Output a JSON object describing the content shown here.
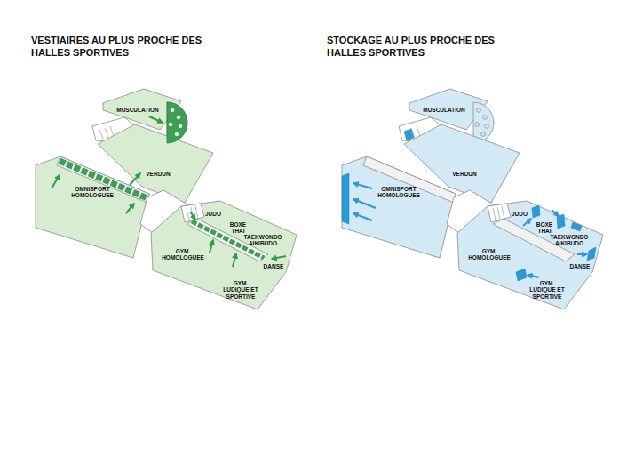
{
  "diagram": {
    "nodes": [
      {
        "text": [
          "MUSCULATION"
        ]
      },
      {
        "text": [
          "VERDUN"
        ]
      },
      {
        "text": [
          "OMNISPORT HOMOLOGUEE"
        ]
      },
      {
        "text": [
          "JUDO"
        ]
      },
      {
        "text": [
          "BOXE THAI"
        ]
      },
      {
        "text": [
          "TAEKWONDO AIKIBUDO"
        ]
      },
      {
        "text": [
          "DANSE"
        ]
      },
      {
        "text": [
          "GYM. HOMOLOGUEE"
        ]
      },
      {
        "text": [
          "GYM. LUDIQUE ET SPORTIVE"
        ]
      },
      {
        "text": [
          "MUSCULATION"
        ]
      },
      {
        "text": [
          "VERDUN"
        ]
      },
      {
        "text": [
          "OMNISPORT HOMOLOGUEE"
        ]
      },
      {
        "text": [
          "JUDO"
        ]
      },
      {
        "text": [
          "BOXE THAI"
        ]
      },
      {
        "text": [
          "TAEKWONDO AIKIBUDO"
        ]
      },
      {
        "text": [
          "DANSE"
        ]
      },
      {
        "text": [
          "GYM. HOMOLOGUEE"
        ]
      },
      {
        "text": [
          "GYM. LUDIQUE ET SPORTIVE"
        ]
      }
    ],
    "labels": [
      "VESTIAIRES AU PLUS PROCHE DES HALLES SPORTIVES",
      "STOCKAGE AU PLUS PROCHE DES HALLES SPORTIVES"
    ]
  }
}
